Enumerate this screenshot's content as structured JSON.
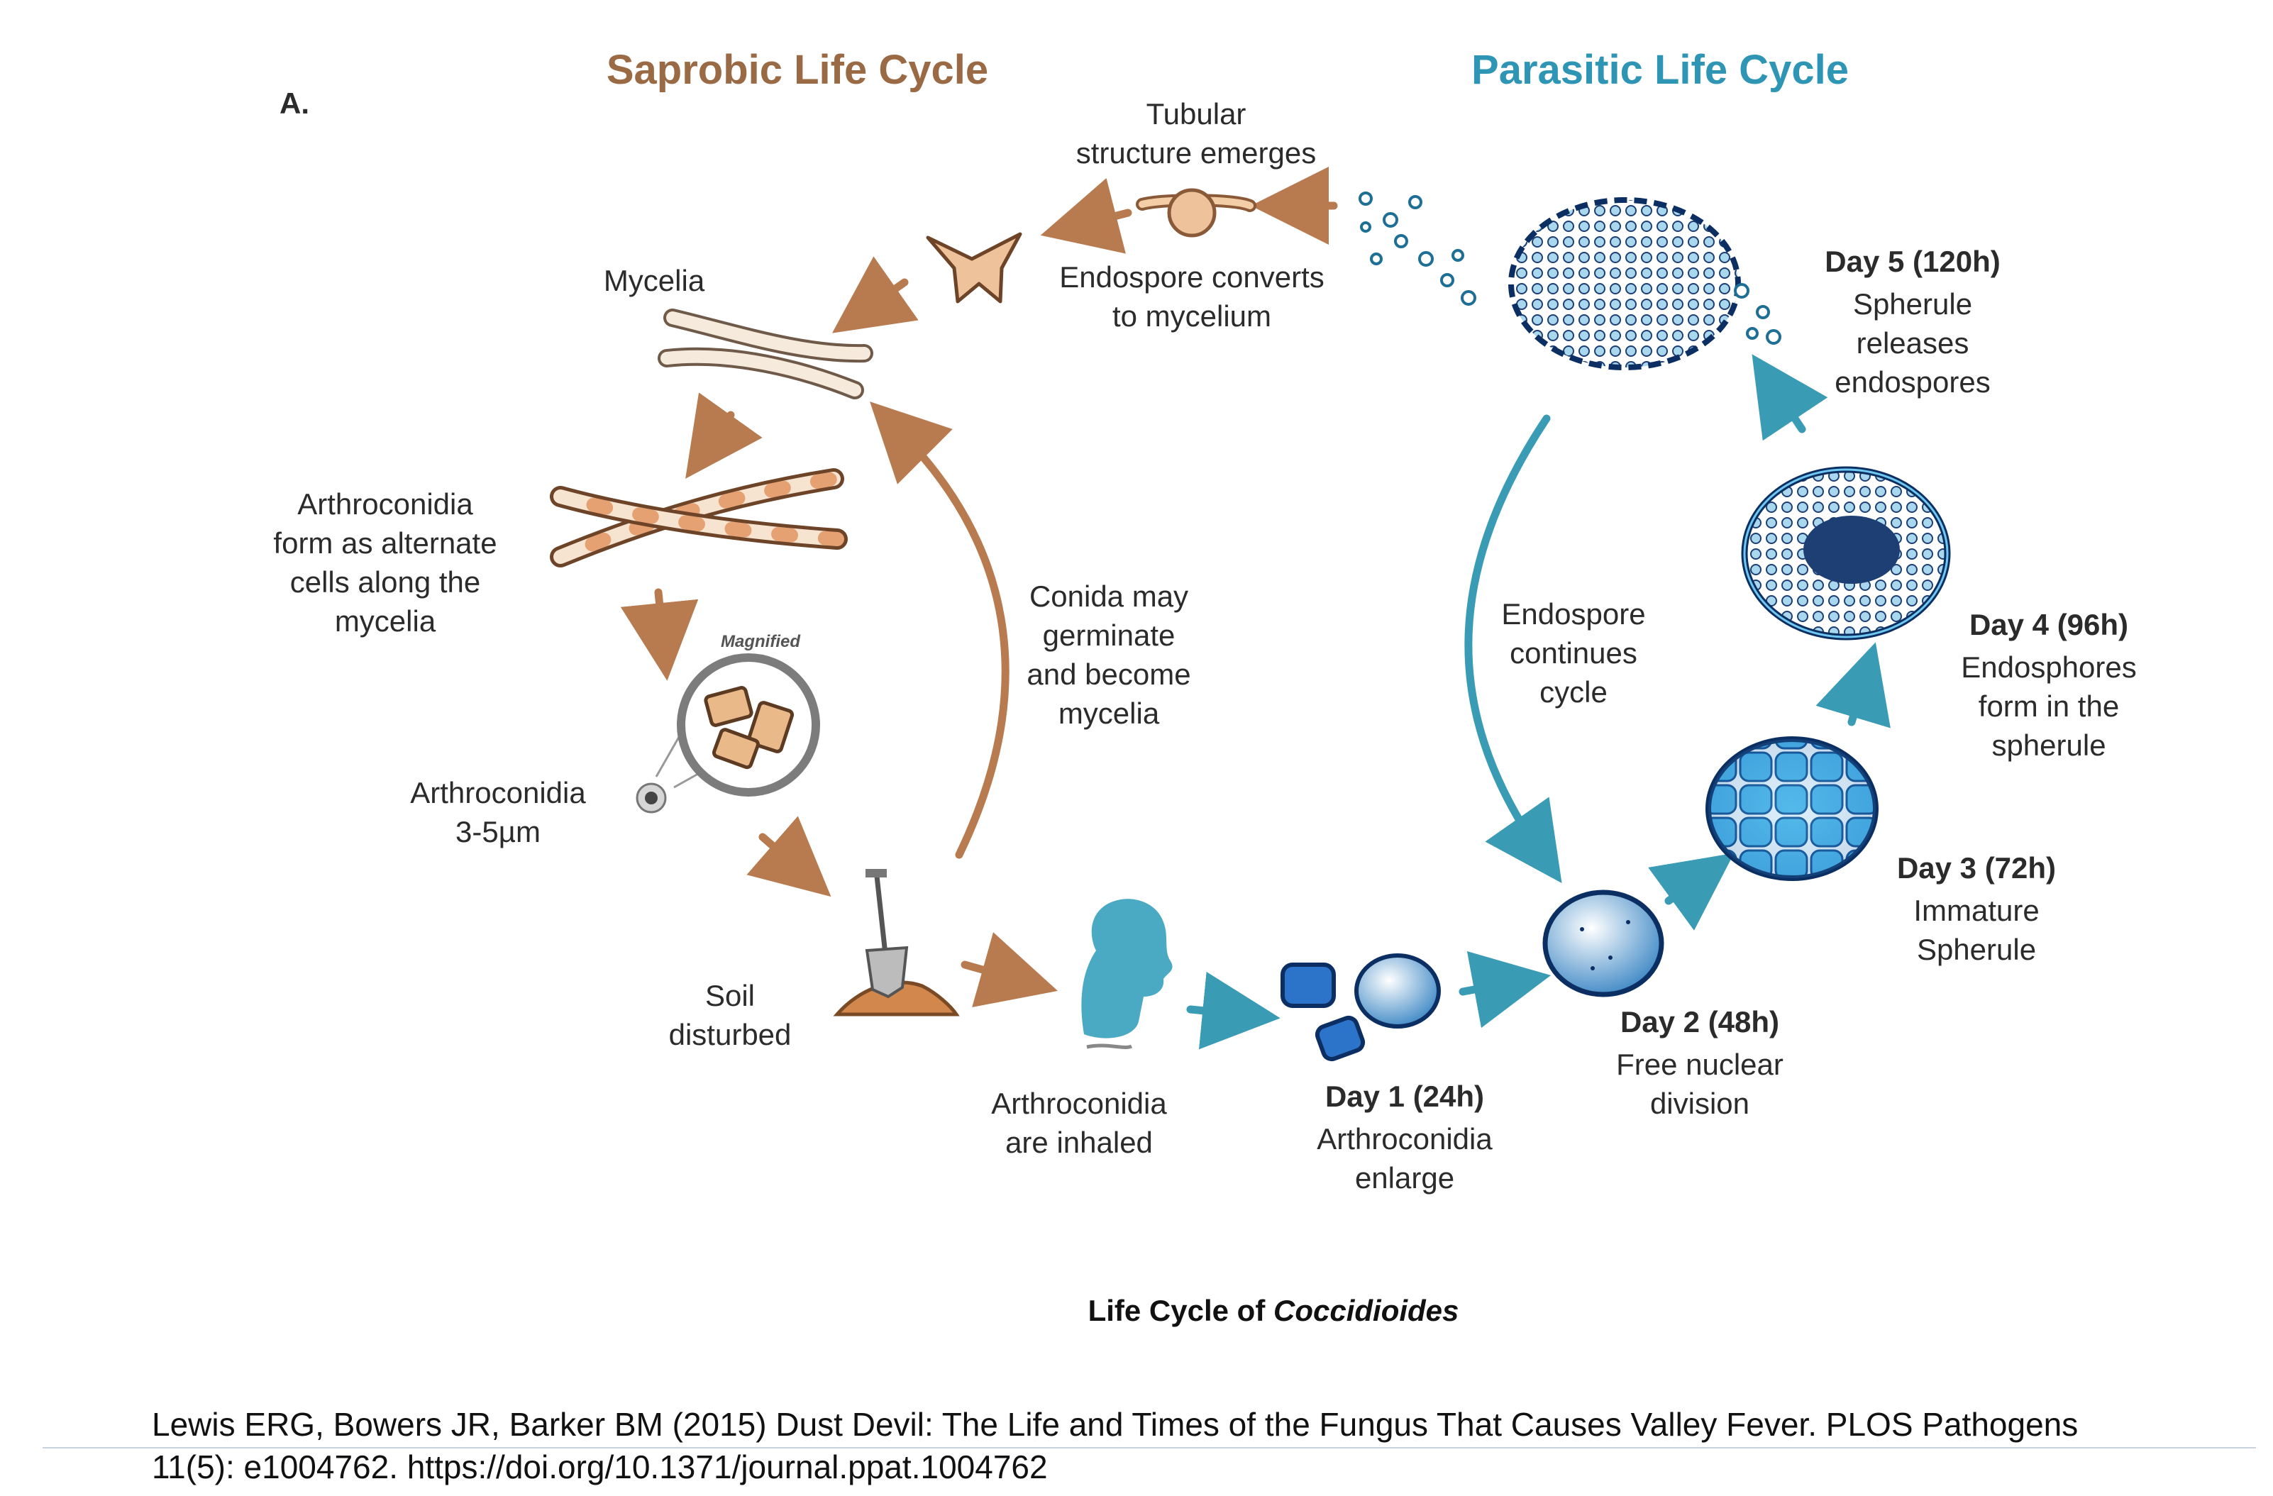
{
  "panel_letter": "A.",
  "headers": {
    "saprobic": "Saprobic Life Cycle",
    "parasitic": "Parasitic Life Cycle"
  },
  "title": {
    "plain": "Life Cycle of ",
    "italic": "Coccidioides"
  },
  "saprobic_labels": {
    "tubular": [
      "Tubular",
      "structure emerges"
    ],
    "endospore_converts": [
      "Endospore converts",
      "to mycelium"
    ],
    "mycelia": "Mycelia",
    "arthro_form": [
      "Arthroconidia",
      "form as alternate",
      "cells along the",
      "mycelia"
    ],
    "magnified": "Magnified",
    "arthro_size": [
      "Arthroconidia",
      "3-5µm"
    ],
    "conidia_germinate": [
      "Conida may",
      "germinate",
      "and become",
      "mycelia"
    ],
    "soil": [
      "Soil",
      "disturbed"
    ],
    "inhaled": [
      "Arthroconidia",
      "are inhaled"
    ]
  },
  "parasitic_labels": {
    "day1": {
      "day": "Day 1 (24h)",
      "desc": [
        "Arthroconidia",
        "enlarge"
      ]
    },
    "day2": {
      "day": "Day 2 (48h)",
      "desc": [
        "Free nuclear",
        "division"
      ]
    },
    "day3": {
      "day": "Day 3 (72h)",
      "desc": [
        "Immature",
        "Spherule"
      ]
    },
    "day4": {
      "day": "Day 4 (96h)",
      "desc": [
        "Endosphores",
        "form in the",
        "spherule"
      ]
    },
    "day5": {
      "day": "Day 5 (120h)",
      "desc": [
        "Spherule",
        "releases",
        "endospores"
      ]
    },
    "endospore_continues": [
      "Endospore",
      "continues",
      "cycle"
    ]
  },
  "citation": "Lewis ERG, Bowers JR, Barker BM (2015) Dust Devil: The Life and Times of the Fungus That Causes Valley Fever. PLOS Pathogens 11(5): e1004762. https://doi.org/10.1371/journal.ppat.1004762",
  "colors": {
    "saprobic": "#9a6a44",
    "parasitic": "#2f95b4",
    "arrow_brown": "#b87a4f",
    "arrow_teal": "#3a9bb5",
    "spherule_dark": "#1d3f73"
  }
}
